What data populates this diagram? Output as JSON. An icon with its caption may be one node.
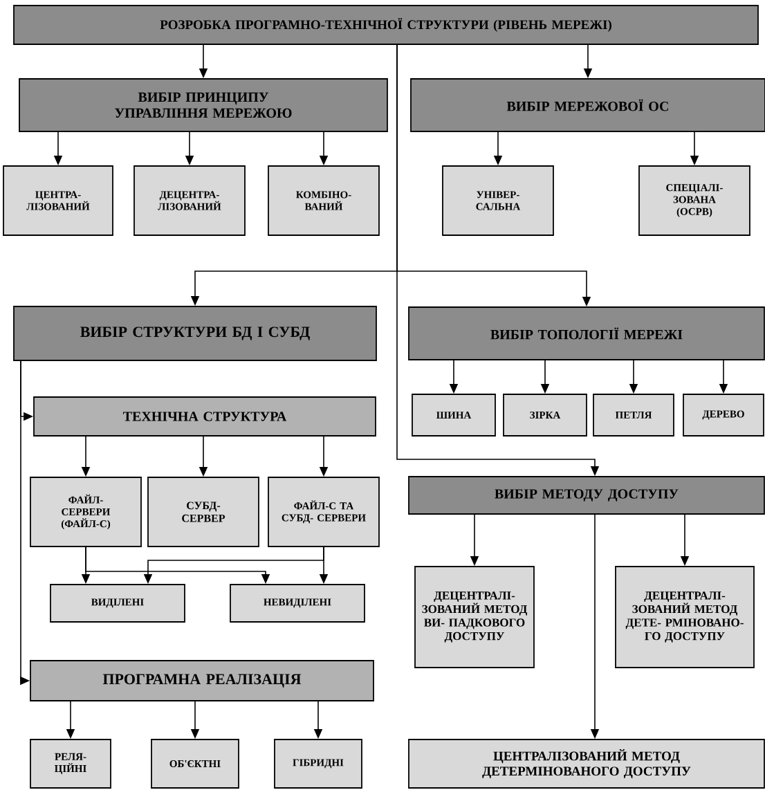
{
  "diagram": {
    "nodes": [
      {
        "text": [
          "РОЗРОБКА ПРОГРАМНО-ТЕХНІЧНОЇ СТРУКТУРИ (РІВЕНЬ МЕРЕЖІ)"
        ]
      },
      {
        "text": [
          "ВИБІР ПРИНЦИПУ УПРАВЛІННЯ МЕРЕЖОЮ"
        ]
      },
      {
        "text": [
          "ВИБІР МЕРЕЖОВОЇ ОС"
        ]
      },
      {
        "text": [
          "ЦЕНТРА- ЛІЗОВАНИЙ"
        ]
      },
      {
        "text": [
          "ДЕЦЕНТРА- ЛІЗОВАНИЙ"
        ]
      },
      {
        "text": [
          "КОМБІНО- ВАНИЙ"
        ]
      },
      {
        "text": [
          "УНІВЕР- САЛЬНА"
        ]
      },
      {
        "text": [
          "СПЕЦІАЛІ- ЗОВАНА (ОСРВ)"
        ]
      },
      {
        "text": [
          "ВИБІР СТРУКТУРИ БД І СУБД"
        ]
      },
      {
        "text": [
          "ВИБІР ТОПОЛОГІЇ МЕРЕЖІ"
        ]
      },
      {
        "text": [
          "ТЕХНІЧНА СТРУКТУРА"
        ]
      },
      {
        "text": [
          "ШИНА"
        ]
      },
      {
        "text": [
          "ЗІРКА"
        ]
      },
      {
        "text": [
          "ПЕТЛЯ"
        ]
      },
      {
        "text": [
          "ДЕРЕВО"
        ]
      },
      {
        "text": [
          "ФАЙЛ- СЕРВЕРИ (ФАЙЛ-С)"
        ]
      },
      {
        "text": [
          "СУБД- СЕРВЕР"
        ]
      },
      {
        "text": [
          "ФАЙЛ-С ТА СУБД- СЕРВЕРИ"
        ]
      },
      {
        "text": [
          "ВИБІР МЕТОДУ ДОСТУПУ"
        ]
      },
      {
        "text": [
          "ВИДІЛЕНІ"
        ]
      },
      {
        "text": [
          "НЕВИДІЛЕНІ"
        ]
      },
      {
        "text": [
          "ДЕЦЕНТРАЛІ- ЗОВАНИЙ МЕТОД ВИ- ПАДКОВОГО ДОСТУПУ"
        ]
      },
      {
        "text": [
          "ДЕЦЕНТРАЛІ- ЗОВАНИЙ МЕТОД ДЕТЕ- РМІНОВАНО- ГО ДОСТУПУ"
        ]
      },
      {
        "text": [
          "ПРОГРАМНА РЕАЛІЗАЦІЯ"
        ]
      },
      {
        "text": [
          "РЕЛЯ- ЦІЙНІ"
        ]
      },
      {
        "text": [
          "ОБ'ЄКТНІ"
        ]
      },
      {
        "text": [
          "ГІБРИДНІ"
        ]
      },
      {
        "text": [
          "ЦЕНТРАЛІЗОВАНИЙ МЕТОД ДЕТЕРМІНОВАНОГО ДОСТУПУ"
        ]
      }
    ],
    "edges": [
      {
        "from": 0,
        "to": 1,
        "arrow": "to"
      },
      {
        "from": 0,
        "to": 2,
        "arrow": "to"
      },
      {
        "from": 1,
        "to": 3,
        "arrow": "to"
      },
      {
        "from": 1,
        "to": 4,
        "arrow": "to"
      },
      {
        "from": 1,
        "to": 5,
        "arrow": "to"
      },
      {
        "from": 2,
        "to": 6,
        "arrow": "to"
      },
      {
        "from": 2,
        "to": 7,
        "arrow": "to"
      },
      {
        "from": 0,
        "to": 8,
        "arrow": "to"
      },
      {
        "from": 0,
        "to": 9,
        "arrow": "to"
      },
      {
        "from": 0,
        "to": 18,
        "arrow": "to"
      },
      {
        "from": 8,
        "to": 10,
        "arrow": "to"
      },
      {
        "from": 8,
        "to": 23,
        "arrow": "to"
      },
      {
        "from": 9,
        "to": 11,
        "arrow": "to"
      },
      {
        "from": 9,
        "to": 12,
        "arrow": "to"
      },
      {
        "from": 9,
        "to": 13,
        "arrow": "to"
      },
      {
        "from": 9,
        "to": 14,
        "arrow": "to"
      },
      {
        "from": 10,
        "to": 15,
        "arrow": "to"
      },
      {
        "from": 10,
        "to": 16,
        "arrow": "to"
      },
      {
        "from": 10,
        "to": 17,
        "arrow": "to"
      },
      {
        "from": 15,
        "to": 19,
        "arrow": "to"
      },
      {
        "from": 15,
        "to": 20,
        "arrow": "to"
      },
      {
        "from": 17,
        "to": 19,
        "arrow": "to"
      },
      {
        "from": 17,
        "to": 20,
        "arrow": "to"
      },
      {
        "from": 18,
        "to": 21,
        "arrow": "to"
      },
      {
        "from": 18,
        "to": 22,
        "arrow": "to"
      },
      {
        "from": 18,
        "to": 27,
        "arrow": "to"
      },
      {
        "from": 23,
        "to": 24,
        "arrow": "to"
      },
      {
        "from": 23,
        "to": 25,
        "arrow": "to"
      },
      {
        "from": 23,
        "to": 26,
        "arrow": "to"
      }
    ]
  }
}
